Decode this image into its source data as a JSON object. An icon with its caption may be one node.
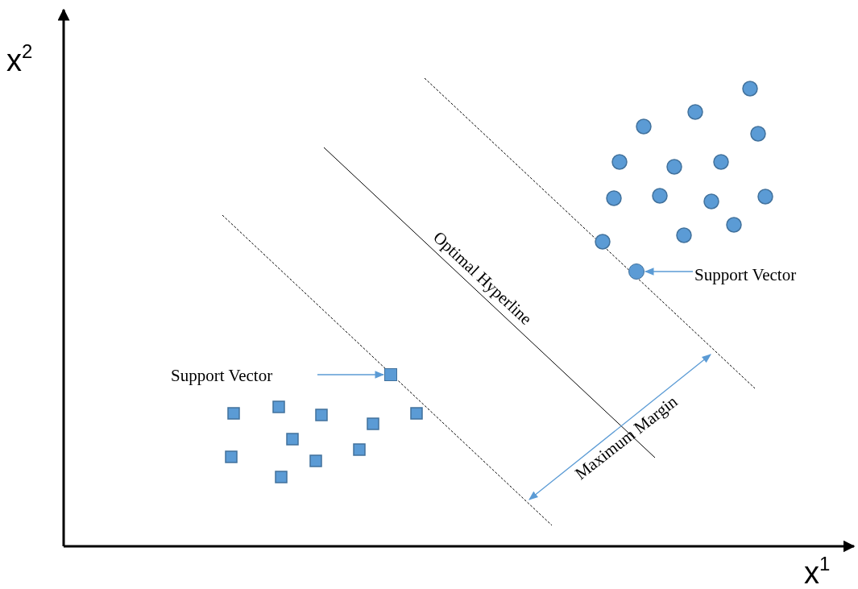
{
  "diagram": {
    "nodes": [
      {
        "text": [],
        "shape": "circle"
      },
      {
        "text": [
          "Support Vector"
        ]
      },
      {
        "text": [
          "Support Vector"
        ]
      },
      {
        "text": [],
        "shape": "box"
      }
    ],
    "edges": [
      {
        "from": 1,
        "to": 0,
        "arrow": "to"
      },
      {
        "from": 2,
        "to": 3,
        "arrow": "to"
      }
    ],
    "labels": [
      "x$^{2}$",
      "Optimal Hyperline",
      "Maximum Margin",
      "x$^{1}$"
    ]
  }
}
